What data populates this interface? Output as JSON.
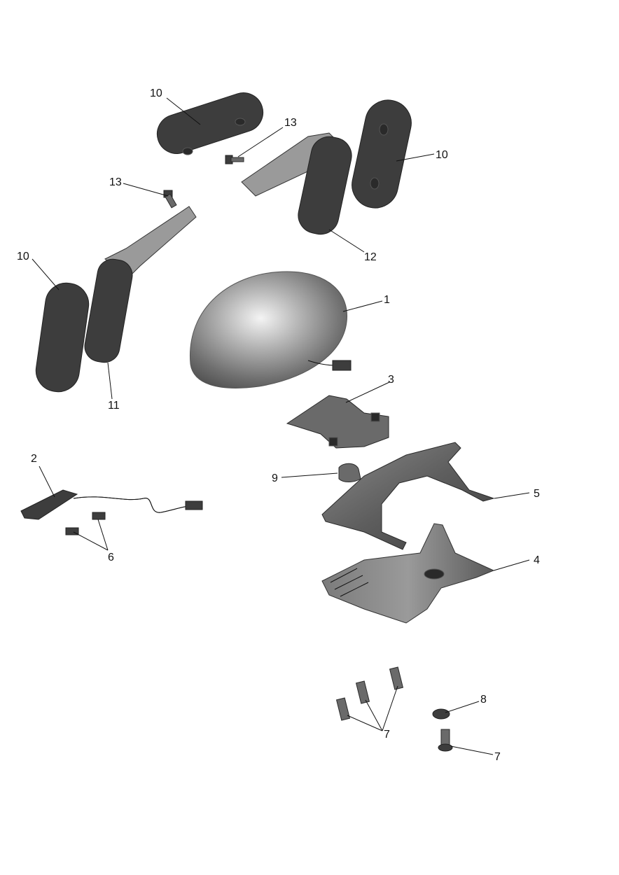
{
  "callouts": {
    "c1": "1",
    "c2": "2",
    "c3": "3",
    "c4": "4",
    "c5": "5",
    "c6": "6",
    "c7a": "7",
    "c7b": "7",
    "c8": "8",
    "c9": "9",
    "c10a": "10",
    "c10b": "10",
    "c10c": "10",
    "c11": "11",
    "c12": "12",
    "c13a": "13",
    "c13b": "13"
  }
}
